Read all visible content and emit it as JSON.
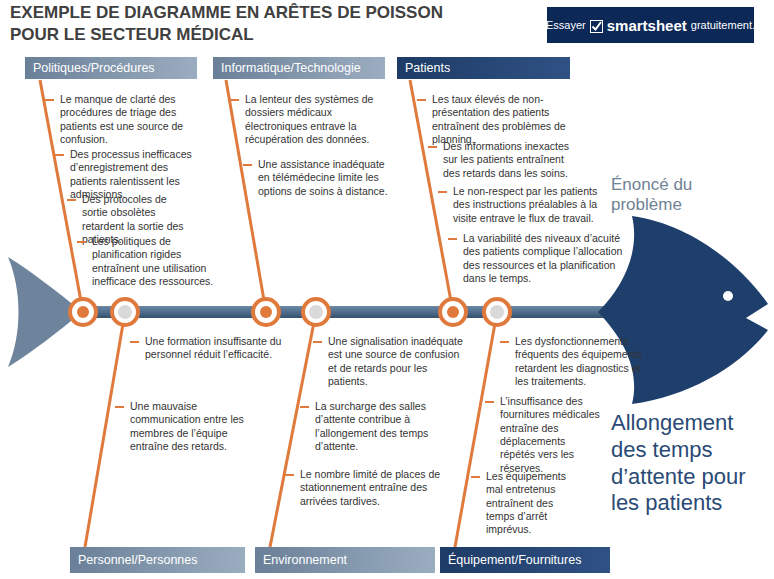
{
  "diagram": {
    "title": "EXEMPLE DE DIAGRAMME EN ARÊTES DE POISSON POUR LE SECTEUR MÉDICAL",
    "nodes": [
      {
        "text": [
          "Essayer",
          "smartsheet",
          "gratuitement."
        ]
      },
      {
        "text": [
          "Politiques/Procédures"
        ]
      },
      {
        "text": [
          "Informatique/Technologie"
        ]
      },
      {
        "text": [
          "Patients"
        ]
      },
      {
        "text": [
          "Personnel/Personnes"
        ]
      },
      {
        "text": [
          "Environnement"
        ]
      },
      {
        "text": [
          "Équipement/Fournitures"
        ]
      }
    ],
    "labels": [
      "Le manque de clarté des procédures de triage des patients est une source de confusion.",
      "Des processus inefficaces d’enregistrement des patients ralentissent les admissions.",
      "Des protocoles de sortie obsolètes retardent la sortie des patients.",
      "Les politiques de planification rigides entraînent une utilisation inefficace des ressources.",
      "La lenteur des systèmes de dossiers médicaux électroniques entrave la récupération des données.",
      "Une assistance inadéquate en télémédecine limite les options de soins à distance.",
      "Les taux élevés de non-présentation des patients entraînent des problèmes de planning.",
      "Des informations inexactes sur les patients entraînent des retards dans les soins.",
      "Le non-respect par les patients des instructions préalables à la visite entrave le flux de travail.",
      "La variabilité des niveaux d’acuité des patients complique l’allocation des ressources et la planification dans le temps.",
      "Énoncé du problème",
      "Une formation insuffisante du personnel réduit l’efficacité.",
      "Une mauvaise communication entre les membres de l’équipe entraîne des retards.",
      "Une signalisation inadéquate est une source de confusion et de retards pour les patients.",
      "La surcharge des salles d’attente contribue à l’allongement des temps d’attente.",
      "Le nombre limité de places de stationnement entraîne des arrivées tardives.",
      "Les dysfonctionnements fréquents des équipements retardent les diagnostics et les traitements.",
      "L’insuffisance des fournitures médicales entraîne des déplacements répétés vers les réserves.",
      "Les équipements mal entretenus entraînent des temps d’arrêt imprévus.",
      "Allongement des temps d’attente pour les patients"
    ]
  }
}
